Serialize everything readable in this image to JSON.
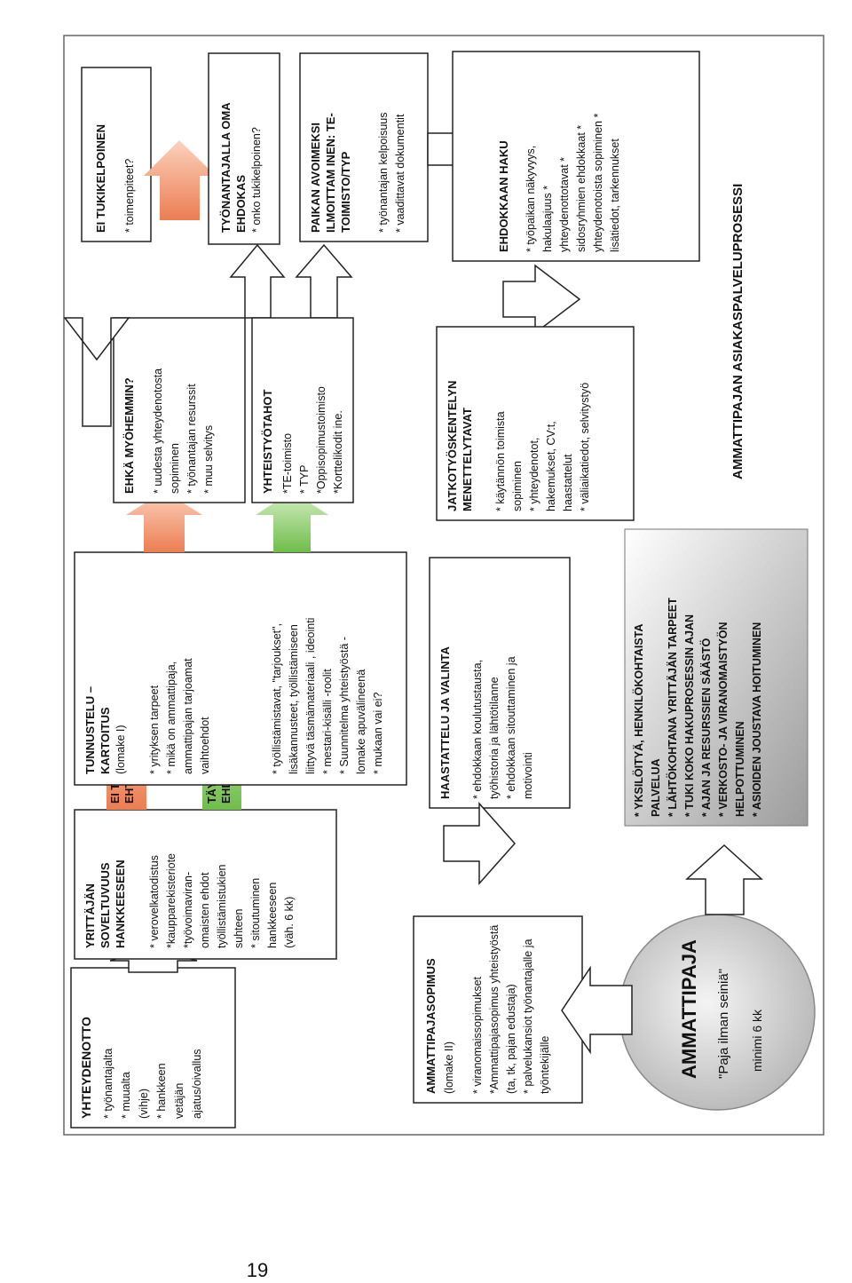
{
  "chart_data": {
    "type": "flowchart",
    "nodes": [
      {
        "id": "yhteydenotto",
        "title": "YHTEYDENOTTO",
        "lines": [
          "* työnantajalta",
          "* muualta",
          "(vihje)",
          "* hankkeen",
          "vetäjän",
          "ajatus/oivallus"
        ]
      },
      {
        "id": "soveltuvuus",
        "title": "YRITTÄJÄN SOVELTUVUUS HANKKEESEEN",
        "lines": [
          "* verovelkatodistus",
          "*kaupparekisteriote",
          "*työvoimaviran-",
          "omaisten ehdot",
          "työllistämistukien",
          "suhteen",
          "* sitoutuminen",
          "hankkeeseen",
          "(väh. 6 kk)"
        ]
      },
      {
        "id": "tunnustelu",
        "title": "TUNNUSTELU – KARTOITUS",
        "subtitle": "(lomake I)",
        "lines": [
          "* yrityksen tarpeet",
          "* mikä on ammattipaja,",
          "ammattipajan tarjoamat",
          "vaihtoehdot",
          "",
          "* työllistämistavat, \"tarjoukset\",",
          "lisäkannusteet, työllistämiseen",
          "liittyvä täsmämateriaali , ideointi",
          "* mestari-kisälli -roolit",
          "* Suunnitelma yhteistyöstä -",
          "lomake apuvälineenä",
          "* mukaan vai ei?"
        ]
      },
      {
        "id": "ei_tukikelpoinen",
        "title": "EI TUKIKELPOINEN",
        "lines": [
          "* toimenpiteet?"
        ]
      },
      {
        "id": "ehka_myohemmin",
        "title": "EHKÄ MYÖHEMMIN?",
        "lines": [
          "* uudesta yhteydenotosta",
          "sopiminen",
          "* työnantajan resurssit",
          "* muu selvitys"
        ]
      },
      {
        "id": "oma_ehdokas",
        "title": "TYÖNANTAJALLA OMA EHDOKAS",
        "lines": [
          "* onko tukikelpoinen?"
        ]
      },
      {
        "id": "yhteistyotahot",
        "title": "YHTEISTYÖTAHOT",
        "lines": [
          "*TE-toimisto",
          "* TYP",
          "*Oppisopimustoimisto",
          "*Korttelikodit ine."
        ]
      },
      {
        "id": "paikan_avoimeksi",
        "title": "PAIKAN AVOIMEKSI ILMOITTAM INEN: TE-TOIMISTO/TYP",
        "lines": [
          "* työnantajan kelpoisuus",
          "* vaadittavat dokumentit"
        ]
      },
      {
        "id": "ehdokkaan_haku",
        "title": "EHDOKKAAN HAKU",
        "lines": [
          "* työpaikan näkyvyys,",
          "hakulaajuus *",
          "yhteydenottotavat *",
          "sidosryhmien ehdokkaat *",
          "yhteydenotoista sopiminen *",
          "lisätiedot, tarkennukset"
        ]
      },
      {
        "id": "jatkotyoskentely",
        "title": "JATKOTYÖSKENTELYN MENETTELYTAVAT",
        "lines": [
          "* käytännön toimista",
          "sopiminen",
          "* yhteydenotot,",
          "hakemukset, CV:t,",
          "haastattelut",
          "* väliaikatiedot, selvitystyö"
        ]
      },
      {
        "id": "haastattelu",
        "title": "HAASTATTELU JA VALINTA",
        "lines": [
          "* ehdokkaan koulutustausta,",
          "työhistoria ja lähtötilanne",
          "* ehdokkaan sitouttaminen ja",
          "motivointi"
        ]
      },
      {
        "id": "sopimus",
        "title": "AMMATTIPAJASOPIMUS",
        "subtitle": "(lomake II)",
        "lines": [
          "* viranomaissopimukset",
          "*Ammattipajasopimus yhteistyöstä",
          "(ta, tk, pajan edustaja)",
          "* palvelukansiot työnantajalle ja",
          "työntekijälle"
        ]
      },
      {
        "id": "ammattipaja",
        "title": "AMMATTIPAJA",
        "subtitle": "\"Paja ilman seiniä\"",
        "lines": [
          "minimi 6 kk"
        ]
      },
      {
        "id": "palvelu",
        "title": "",
        "lines": [
          "* YKSILÖITYÄ, HENKILÖKOHTAISTA",
          "PALVELUA",
          "* LÄHTÖKOHTANA YRITTÄJÄN TARPEET",
          "* TUKI KOKO HAKUPROSESSIN AJAN",
          "* AJAN JA RESURSSIEN SÄÄSTÖ",
          "* VERKOSTO- JA VIRANOMAISTYÖN",
          "HELPOTTUMINEN",
          "* ASIOIDEN JOUSTAVA HOITUMINEN"
        ]
      }
    ],
    "edges": [
      {
        "from": "yhteydenotto",
        "to": "soveltuvuus"
      },
      {
        "from": "soveltuvuus",
        "to": "ei_tukikelpoinen",
        "label": "EI TÄYTÄ EHTOJA"
      },
      {
        "from": "soveltuvuus",
        "to": "tunnustelu",
        "label": "TÄYTTÄÄ EHDOT"
      },
      {
        "from": "tunnustelu",
        "to": "ehka_myohemmin"
      },
      {
        "from": "tunnustelu",
        "to": "yhteistyotahot"
      },
      {
        "from": "ehka_myohemmin",
        "to": "yhteydenotto"
      },
      {
        "from": "ehka_myohemmin",
        "to": "ei_tukikelpoinen"
      },
      {
        "from": "yhteistyotahot",
        "to": "oma_ehdokas"
      },
      {
        "from": "yhteistyotahot",
        "to": "paikan_avoimeksi"
      },
      {
        "from": "paikan_avoimeksi",
        "to": "ehdokkaan_haku"
      },
      {
        "from": "ehdokkaan_haku",
        "to": "jatkotyoskentely"
      },
      {
        "from": "haastattelu",
        "to": "sopimus"
      },
      {
        "from": "ammattipaja",
        "to": "sopimus"
      },
      {
        "from": "ammattipaja",
        "to": "palvelu"
      }
    ],
    "arrow_labels": {
      "not_eligible": "EI TÄYTÄ EHTOJA",
      "eligible": "TÄYTTÄÄ EHDOT"
    },
    "side_title": "AMMATTIPAJAN ASIAKASPALVELUPROSESSI",
    "colors": {
      "orange": "#f08a5c",
      "green": "#7cc25a",
      "grey": "#bdbdbd"
    }
  },
  "page_number": "19"
}
